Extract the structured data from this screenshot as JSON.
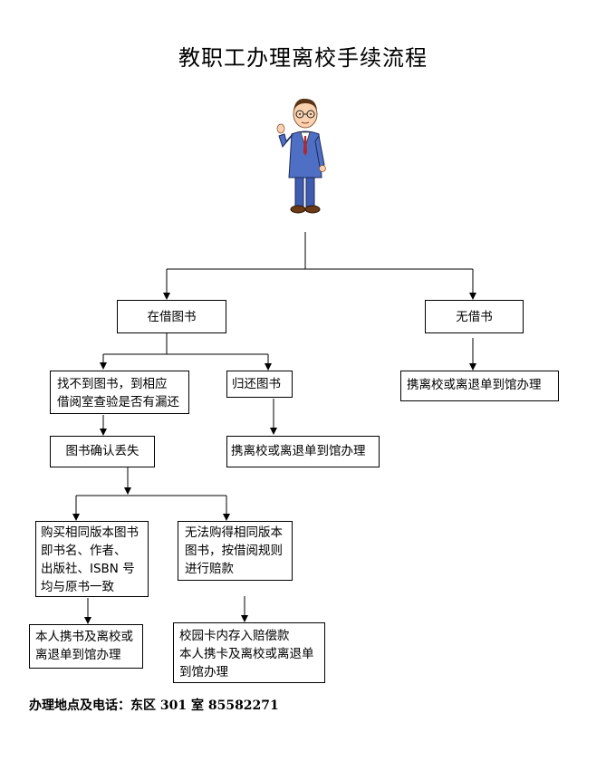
{
  "diagram": {
    "title": "教职工办理离校手续流程",
    "nodes": {
      "borrowed": "在借图书",
      "no_borrow": "无借书",
      "not_found": "找不到图书，到相应\n借阅室查验是否有漏还",
      "return_books": "归还图书",
      "no_borrow_action": "携离校或离退单到馆办理",
      "return_action": "携离校或离退单到馆办理",
      "confirm_lost": "图书确认丢失",
      "buy_same": "购买相同版本图书\n即书名、作者、\n出版社、ISBN 号\n均与原书一致",
      "cannot_buy": "无法购得相同版本\n图书，按借阅规则\n进行赔款",
      "bring_book": "本人携书及离校或\n离退单到馆办理",
      "card_payment": "校园卡内存入赔偿款\n本人携卡及离校或离退单\n到馆办理"
    },
    "footer": "办理地点及电话：东区 301 室   85582271"
  }
}
